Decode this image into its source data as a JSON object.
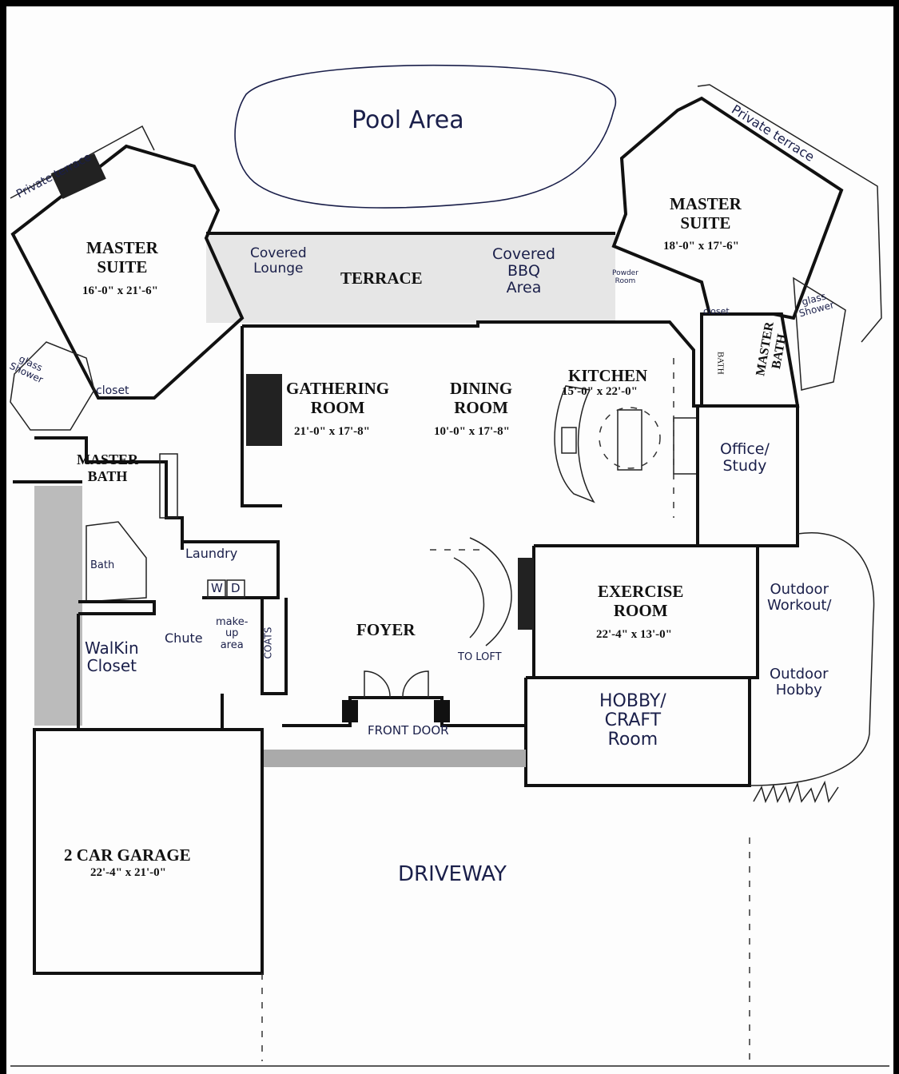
{
  "rooms": {
    "pool": "Pool Area",
    "terrace_left": "Private terrace",
    "terrace_right": "Private terrace",
    "master_left": {
      "name": "MASTER\nSUITE",
      "dims": "16'-0\" x 21'-6\""
    },
    "master_right": {
      "name": "MASTER\nSUITE",
      "dims": "18'-0\" x 17'-6\""
    },
    "covered_lounge": "Covered\nLounge",
    "terrace": "TERRACE",
    "covered_bbq": "Covered\nBBQ\nArea",
    "powder": "Powder\nRoom",
    "glass_shower_left": "glass\nShower",
    "glass_shower_right": "glass\nShower",
    "closet_left": "closet",
    "closet_right": "closet",
    "bath_small": "BATH",
    "master_bath_right": "MASTER\nBATH",
    "gathering": {
      "name": "GATHERING\nROOM",
      "dims": "21'-0\" x 17'-8\""
    },
    "dining": {
      "name": "DINING\nROOM",
      "dims": "10'-0\" x 17'-8\""
    },
    "kitchen": {
      "name": "KITCHEN",
      "dims": "15'-0\" x 22'-0\""
    },
    "office": "Office/\nStudy",
    "master_bath_left": "MASTER\nBATH",
    "bath_tub": "Bath",
    "laundry": "Laundry",
    "washer": "W",
    "dryer": "D",
    "chute": "Chute",
    "makeup": "make-\nup\narea",
    "coats": "COATS",
    "walkin": "WalKin\nCloset",
    "foyer": "FOYER",
    "to_loft": "TO LOFT",
    "front_door": "FRONT DOOR",
    "exercise": {
      "name": "EXERCISE\nROOM",
      "dims": "22'-4\" x 13'-0\""
    },
    "outdoor_workout": "Outdoor\nWorkout/",
    "outdoor_hobby": "Outdoor\nHobby",
    "hobby": "HOBBY/\nCRAFT\nRoom",
    "garage": {
      "name": "2 CAR GARAGE",
      "dims": "22'-4\" x 21'-0\""
    },
    "driveway": "DRIVEWAY"
  }
}
